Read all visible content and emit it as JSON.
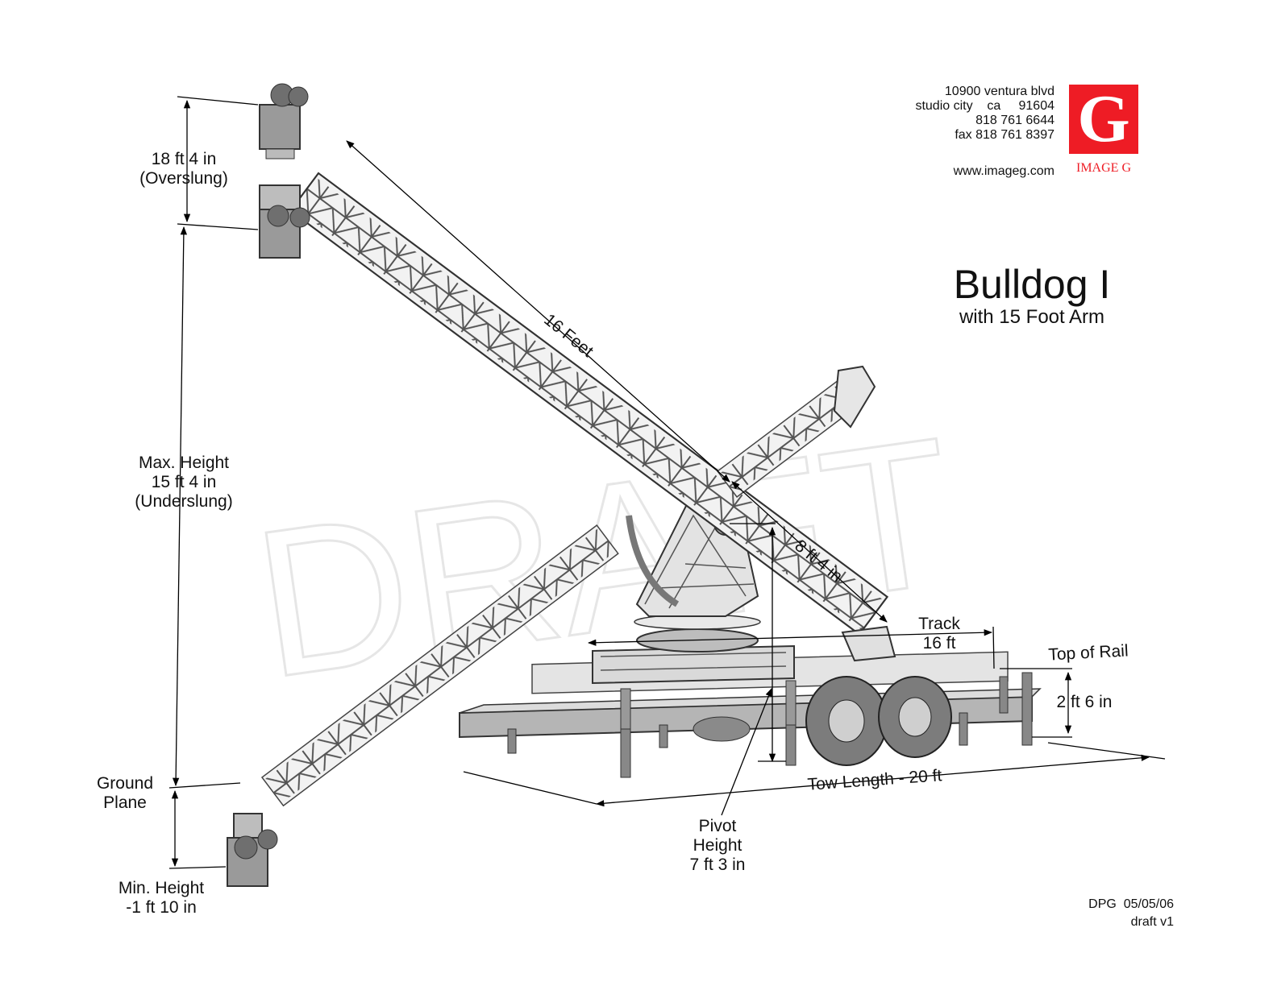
{
  "company": {
    "address_line1": "10900 ventura blvd",
    "address_line2": "studio city    ca     91604",
    "phone": "818 761 6644",
    "fax": "fax 818 761 8397",
    "website": "www.imageg.com",
    "logo_letter": "G",
    "logo_name": "IMAGE G",
    "brand_color": "#ee1c25"
  },
  "title": {
    "main": "Bulldog I",
    "sub": "with 15 Foot Arm"
  },
  "watermark": "DRAFT",
  "dimensions": {
    "overslung": [
      "18 ft 4 in",
      "(Overslung)"
    ],
    "max_height": [
      "Max. Height",
      "15 ft 4 in",
      "(Underslung)"
    ],
    "ground_plane": [
      "Ground",
      "Plane"
    ],
    "min_height": [
      "Min. Height",
      "-1 ft 10 in"
    ],
    "arm_length": "16 Feet",
    "rear_arm": "8 ft 4 in",
    "track": [
      "Track",
      "16 ft"
    ],
    "top_of_rail": "Top of Rail",
    "rail_height": "2 ft 6 in",
    "tow_length": "Tow Length - 20 ft",
    "pivot_height": [
      "Pivot",
      "Height",
      "7 ft 3 in"
    ]
  },
  "footer": {
    "author_date": "DPG  05/05/06",
    "revision": "draft v1"
  }
}
